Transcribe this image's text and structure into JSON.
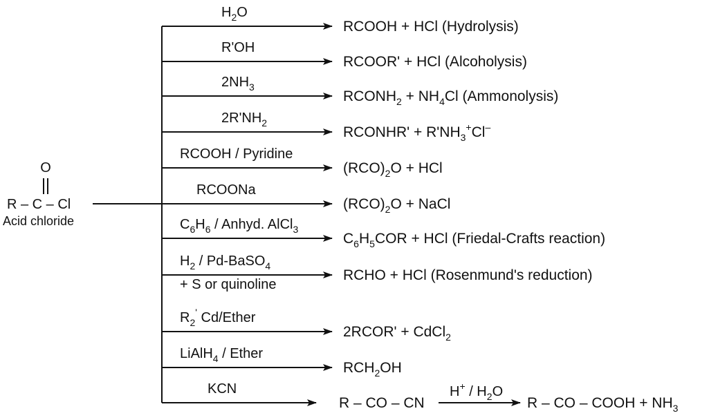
{
  "substrate": {
    "oxygen": "O",
    "formula": "R – C – Cl",
    "name": "Acid chloride"
  },
  "reactions": [
    {
      "reagent": [
        [
          "H"
        ],
        [
          "2",
          "sub"
        ],
        [
          "O"
        ]
      ],
      "product": [
        [
          "RCOOH + HCl (Hydrolysis)"
        ]
      ]
    },
    {
      "reagent": [
        [
          "R'OH"
        ]
      ],
      "product": [
        [
          "RCOOR' + HCl (Alcoholysis)"
        ]
      ]
    },
    {
      "reagent": [
        [
          "2NH"
        ],
        [
          "3",
          "sub"
        ]
      ],
      "product": [
        [
          "RCONH"
        ],
        [
          "2",
          "sub"
        ],
        [
          " + NH"
        ],
        [
          "4",
          "sub"
        ],
        [
          "Cl (Ammonolysis)"
        ]
      ]
    },
    {
      "reagent": [
        [
          "2R'NH"
        ],
        [
          "2",
          "sub"
        ]
      ],
      "product": [
        [
          "RCONHR' + R'NH"
        ],
        [
          "3",
          "sub"
        ],
        [
          "+",
          "sup"
        ],
        [
          "Cl"
        ],
        [
          "–",
          "sup"
        ]
      ]
    },
    {
      "reagent": [
        [
          "RCOOH / Pyridine"
        ]
      ],
      "product": [
        [
          "(RCO)"
        ],
        [
          "2",
          "sub"
        ],
        [
          "O + HCl"
        ]
      ]
    },
    {
      "reagent": [
        [
          "RCOONa"
        ]
      ],
      "product": [
        [
          "(RCO)"
        ],
        [
          "2",
          "sub"
        ],
        [
          "O + NaCl"
        ]
      ]
    },
    {
      "reagent": [
        [
          "C"
        ],
        [
          "6",
          "sub"
        ],
        [
          "H"
        ],
        [
          "6",
          "sub"
        ],
        [
          " / Anhyd. AlCl"
        ],
        [
          "3",
          "sub"
        ]
      ],
      "product": [
        [
          "C"
        ],
        [
          "6",
          "sub"
        ],
        [
          "H"
        ],
        [
          "5",
          "sub"
        ],
        [
          "COR + HCl (Friedal-Crafts reaction)"
        ]
      ]
    },
    {
      "reagent": [
        [
          "H"
        ],
        [
          "2",
          "sub"
        ],
        [
          " / Pd-BaSO"
        ],
        [
          "4",
          "sub"
        ]
      ],
      "reagent2": [
        [
          "+ S or quinoline"
        ]
      ],
      "product": [
        [
          "RCHO + HCl (Rosenmund's reduction)"
        ]
      ]
    },
    {
      "reagent": [
        [
          "R"
        ],
        [
          "2",
          "sub"
        ],
        [
          "'",
          "sup"
        ],
        [
          " Cd/Ether"
        ]
      ],
      "product": [
        [
          "2RCOR' + CdCl"
        ],
        [
          "2",
          "sub"
        ]
      ]
    },
    {
      "reagent": [
        [
          "LiAlH"
        ],
        [
          "4",
          "sub"
        ],
        [
          " / Ether"
        ]
      ],
      "product": [
        [
          "RCH"
        ],
        [
          "2",
          "sub"
        ],
        [
          "OH"
        ]
      ]
    },
    {
      "reagent": [
        [
          "KCN"
        ]
      ],
      "product": [
        [
          "R – CO – CN"
        ]
      ],
      "second_reagent": [
        [
          "H"
        ],
        [
          "+",
          "sup"
        ],
        [
          " / H"
        ],
        [
          "2",
          "sub"
        ],
        [
          "O"
        ]
      ],
      "second_product": [
        [
          "R – CO – COOH + NH"
        ],
        [
          "3",
          "sub"
        ]
      ]
    }
  ]
}
